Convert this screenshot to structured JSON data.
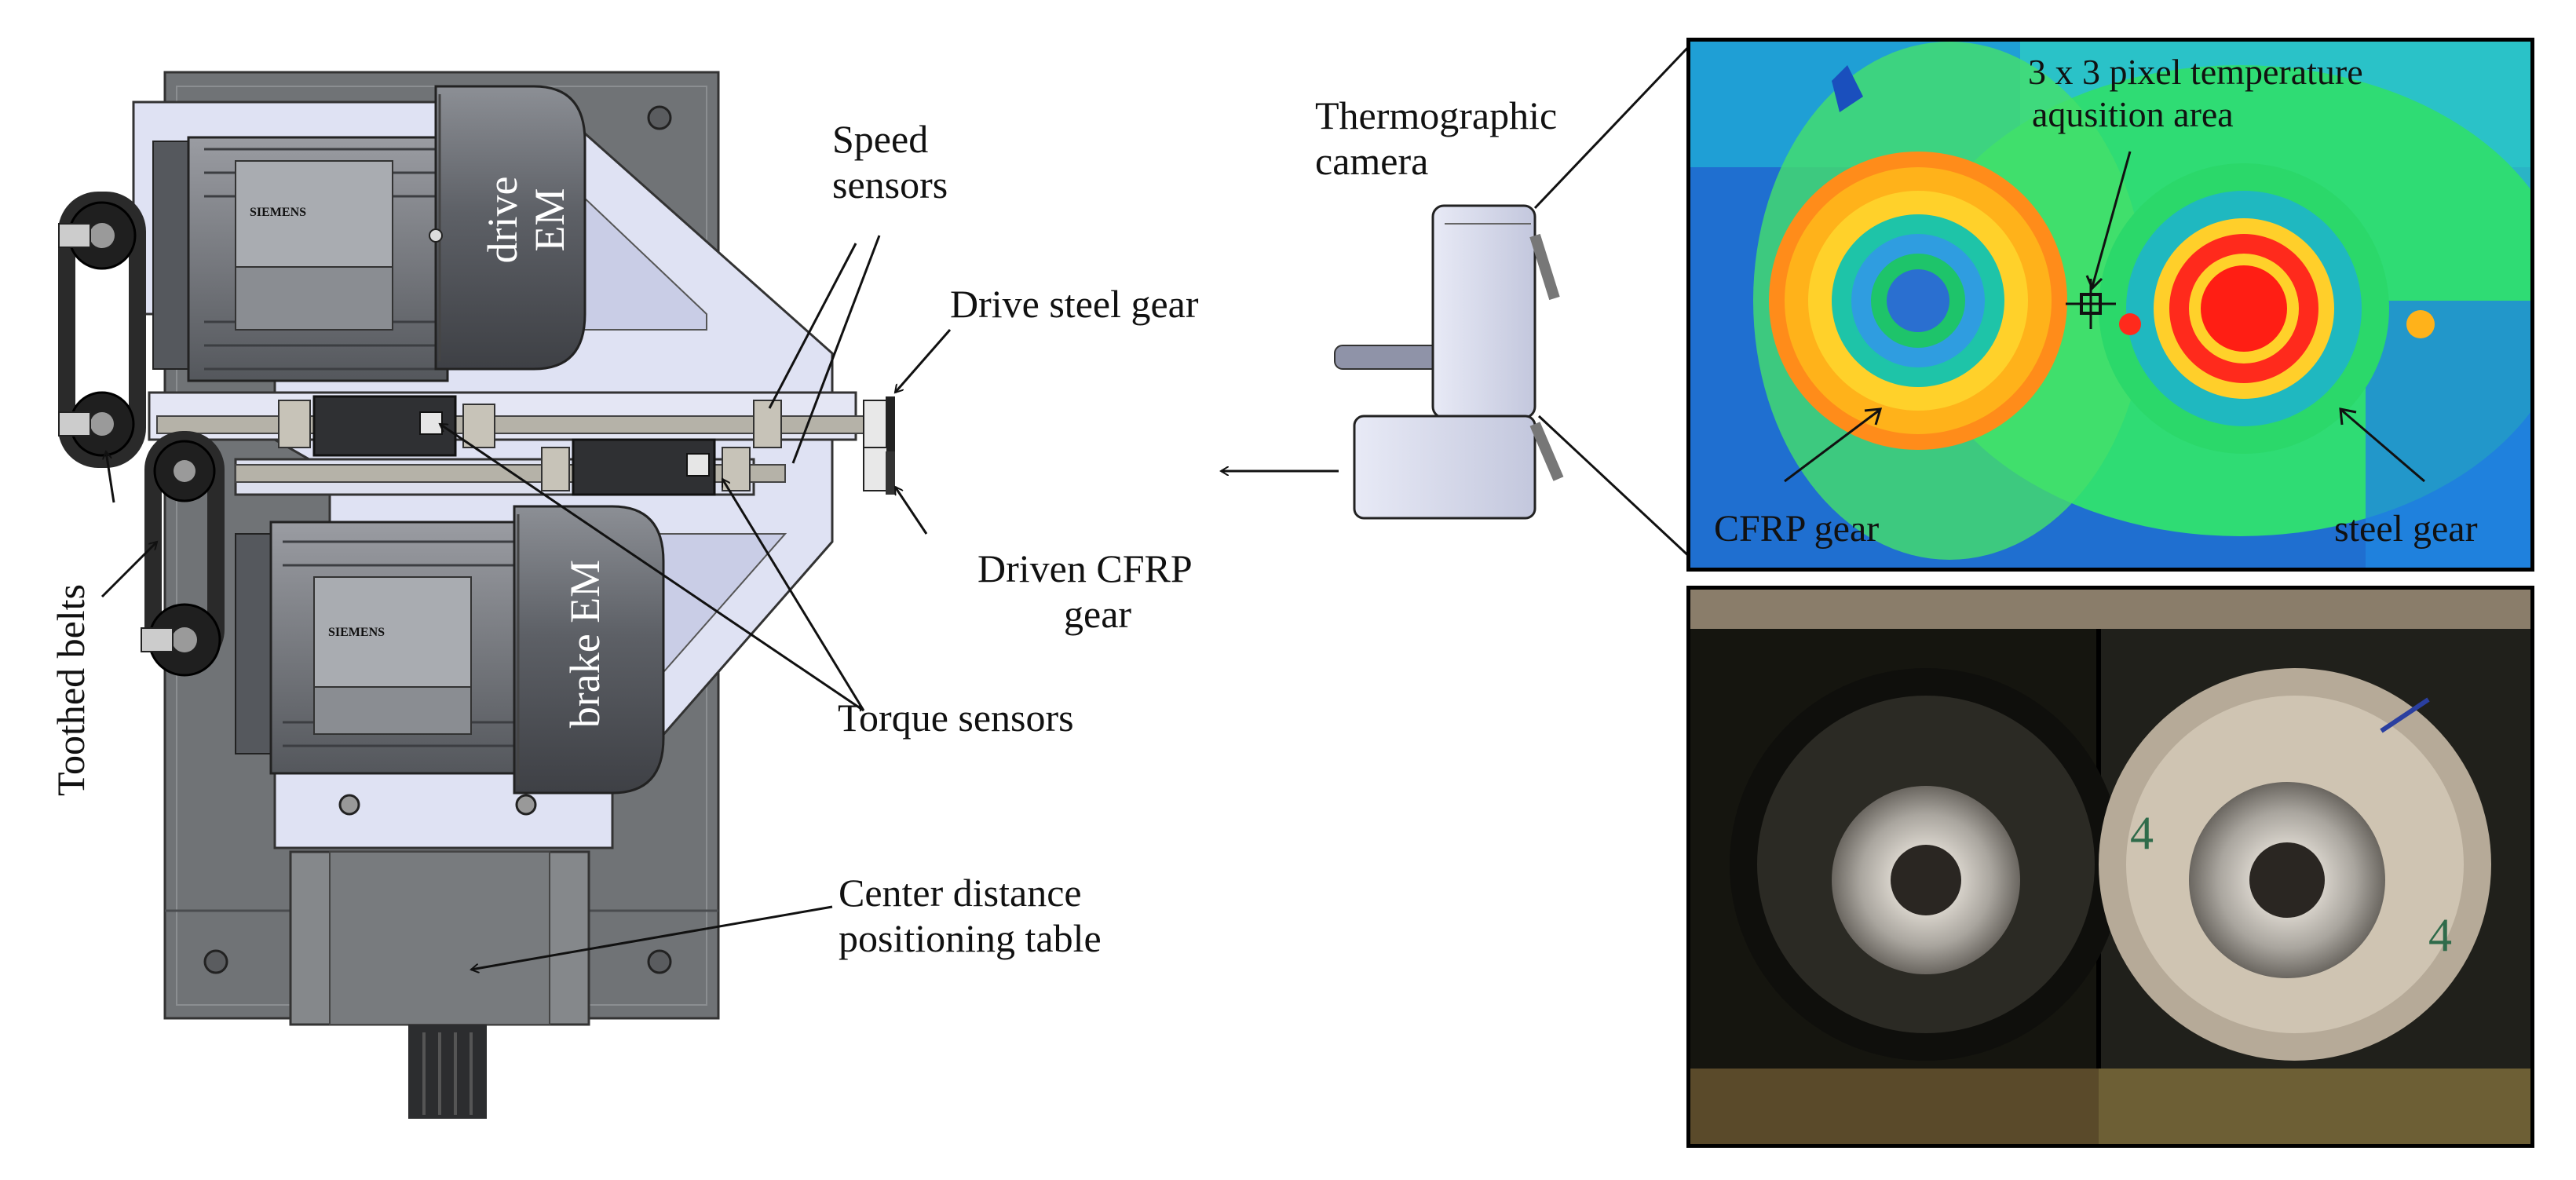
{
  "labels": {
    "speed_sensors": [
      "Speed",
      "sensors"
    ],
    "drive_steel_gear": "Drive steel gear",
    "driven_cfrp_gear": [
      "Driven CFRP",
      "gear"
    ],
    "torque_sensors": "Torque sensors",
    "toothed_belts": "Toothed belts",
    "center_distance": [
      "Center distance",
      "positioning table"
    ],
    "thermographic_camera": [
      "Thermographic",
      "camera"
    ],
    "drive_em": "drive EM",
    "brake_em": "brake EM",
    "motor_brand": "SIEMENS"
  },
  "thermal_panel": {
    "pixel_area": [
      "3 x 3 pixel temperature",
      "aqusition area"
    ],
    "cfrp_gear": "CFRP gear",
    "steel_gear": "steel gear"
  },
  "photo_panel": {
    "cfrp_mark": "4",
    "steel_mark": "4"
  },
  "colors": {
    "frame_dark": "#6f7275",
    "frame_light": "#dfe2f3",
    "motor_body": "#6b6d73",
    "thermal_background": "#1f6fd0",
    "thermal_hot": "#ff2a1c",
    "thermal_warm": "#ffb21a",
    "thermal_mid": "#16d35b"
  }
}
